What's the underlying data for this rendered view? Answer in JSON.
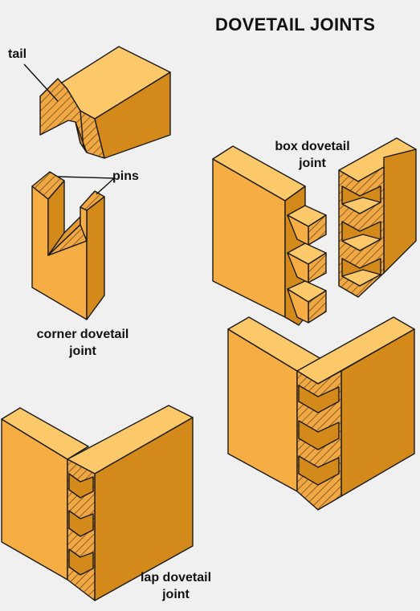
{
  "title": "DOVETAIL JOINTS",
  "labels": {
    "tail": "tail",
    "pins": "pins",
    "corner_line1": "corner dovetail",
    "corner_line2": "joint",
    "box_line1": "box dovetail",
    "box_line2": "joint",
    "lap_line1": "lap dovetail",
    "lap_line2": "joint"
  },
  "colors": {
    "background": "#f0f0f0",
    "wood_top": "#fbc96a",
    "wood_front": "#f5ad44",
    "wood_side": "#d48a1a",
    "end_grain": "#f0a844",
    "hatch": "#5a3a10",
    "outline": "#1a1a1a"
  }
}
